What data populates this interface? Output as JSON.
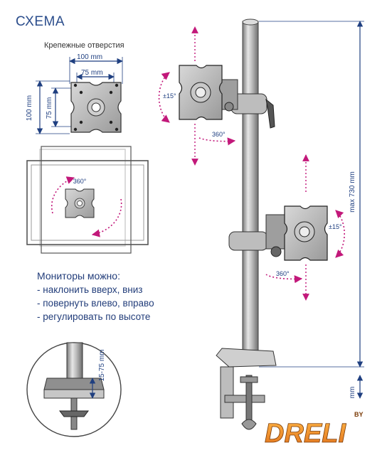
{
  "title": "СХЕМА",
  "mounting_holes_label": "Крепежные отверстия",
  "dims": {
    "w100": "100 mm",
    "w75": "75 mm",
    "h100": "100 mm",
    "h75": "75 mm",
    "max_height": "max 730 mm",
    "desk_thickness": "15-75 mm",
    "bottom_mm": "mm"
  },
  "rotations": {
    "rot360": "360°",
    "tilt15": "±15°"
  },
  "features": {
    "heading": "Мониторы можно:",
    "items": [
      "- наклонить вверх, вниз",
      "- повернуть влево, вправо",
      "- регулировать по высоте"
    ]
  },
  "logo": {
    "text": "DRELI",
    "by": "BY"
  },
  "colors": {
    "accent_blue": "#1f3f80",
    "magenta": "#c2187a",
    "logo_orange": "#f08a1c"
  }
}
